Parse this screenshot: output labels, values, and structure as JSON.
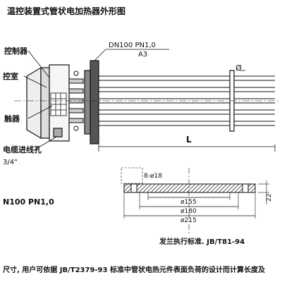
{
  "title": "温控装置式管状电加热器外形图",
  "upper_drawing": {
    "flange_spec": "DN100   PN1,0",
    "material": "A3",
    "labels": {
      "controller": "控制器",
      "chamber": "控室",
      "contactor": "触器",
      "cable_inlet": "电缆进线孔",
      "cable_thread": "3/4\""
    },
    "diameter_symbol": "Ø",
    "length_symbol": "L"
  },
  "flange_drawing": {
    "left_spec": "N100   PN1,0",
    "hole_spec": "8-ø18",
    "dims": [
      "ø155",
      "ø180",
      "ø215"
    ],
    "thickness": "22",
    "standard_note": "发兰执行标准. JB/T81-94"
  },
  "footer_note": "尺寸, 用户可依据 JB/T2379-93 标准中管状电热元件表面负荷的设计而计算长度及"
}
